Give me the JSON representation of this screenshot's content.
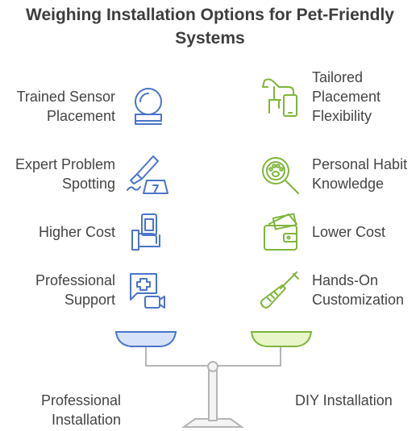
{
  "title": "Weighing Installation Options for Pet-Friendly Systems",
  "colors": {
    "professional": "#4a74c9",
    "professional_fill": "#d6e2f7",
    "diy": "#7fb53b",
    "diy_fill": "#e7f5c8",
    "beam": "#b5b5b5"
  },
  "professional": {
    "side_label": "Professional Installation",
    "items": [
      {
        "label": "Trained Sensor Placement",
        "icon": "sensor-icon"
      },
      {
        "label": "Expert Problem Spotting",
        "icon": "scalpel-icon"
      },
      {
        "label": "Higher Cost",
        "icon": "money-hand-icon"
      },
      {
        "label": "Professional Support",
        "icon": "medical-video-icon"
      }
    ]
  },
  "diy": {
    "side_label": "DIY Installation",
    "items": [
      {
        "label": "Tailored Placement Flexibility",
        "icon": "dog-phone-icon"
      },
      {
        "label": "Personal Habit Knowledge",
        "icon": "paw-magnifier-icon"
      },
      {
        "label": "Lower Cost",
        "icon": "wallet-icon"
      },
      {
        "label": "Hands-On Customization",
        "icon": "screwdriver-icon"
      }
    ]
  }
}
